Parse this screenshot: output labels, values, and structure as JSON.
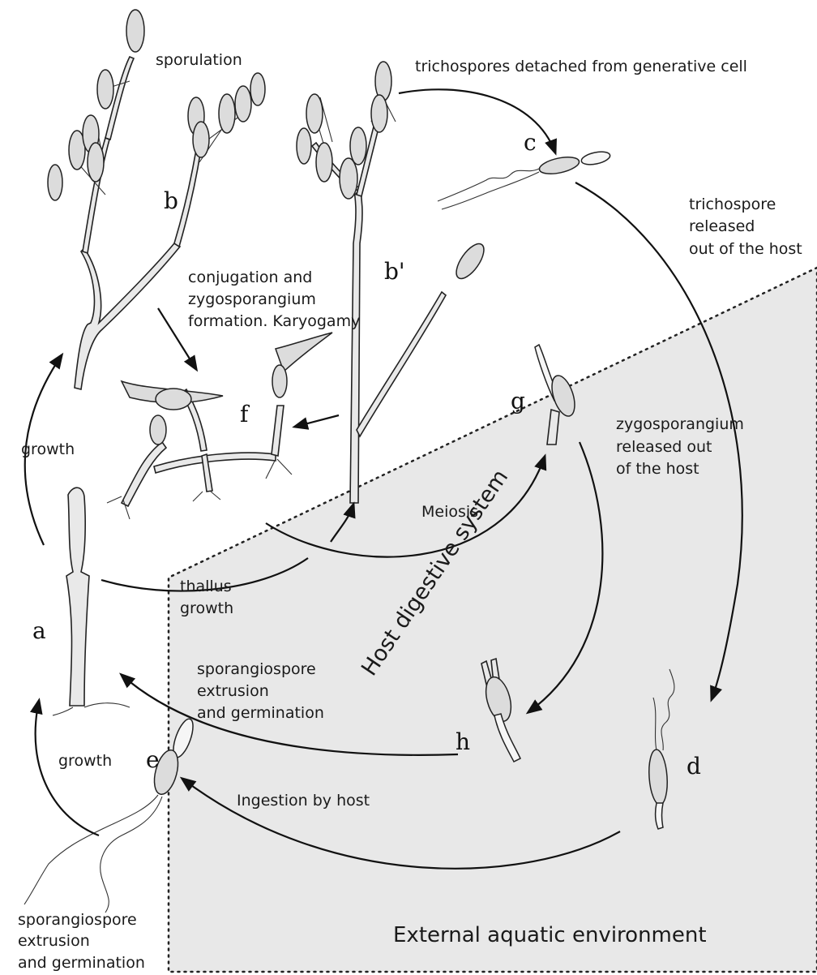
{
  "labels": {
    "sporulation": "sporulation",
    "trichospores_detached": "trichospores detached from generative cell",
    "trichospore_released_1": "trichospore",
    "trichospore_released_2": "released",
    "trichospore_released_3": "out of the host",
    "conjugation_1": "conjugation and",
    "conjugation_2": "zygosporangium",
    "conjugation_3": "formation. Karyogamy",
    "zygo_released_1": "zygosporangium",
    "zygo_released_2": "released out",
    "zygo_released_3": "of the host",
    "growth_upper": "growth",
    "meiosis": "Meiosis",
    "host_digestive": "Host digestive system",
    "thallus_1": "thallus",
    "thallus_2": "growth",
    "sporangio_mid_1": "sporangiospore",
    "sporangio_mid_2": "extrusion",
    "sporangio_mid_3": "and germination",
    "growth_lower": "growth",
    "ingestion": "Ingestion by host",
    "sporangio_bottom_1": "sporangiospore",
    "sporangio_bottom_2": "extrusion",
    "sporangio_bottom_3": "and germination",
    "external": "External aquatic environment"
  },
  "stage_letters": {
    "a": "a",
    "b": "b",
    "b_prime": "b'",
    "c": "c",
    "d": "d",
    "e": "e",
    "f": "f",
    "g": "g",
    "h": "h"
  },
  "colors": {
    "external_region": "#e8e8e8",
    "ink": "#111111",
    "spore_fill": "#dcdcdc"
  }
}
